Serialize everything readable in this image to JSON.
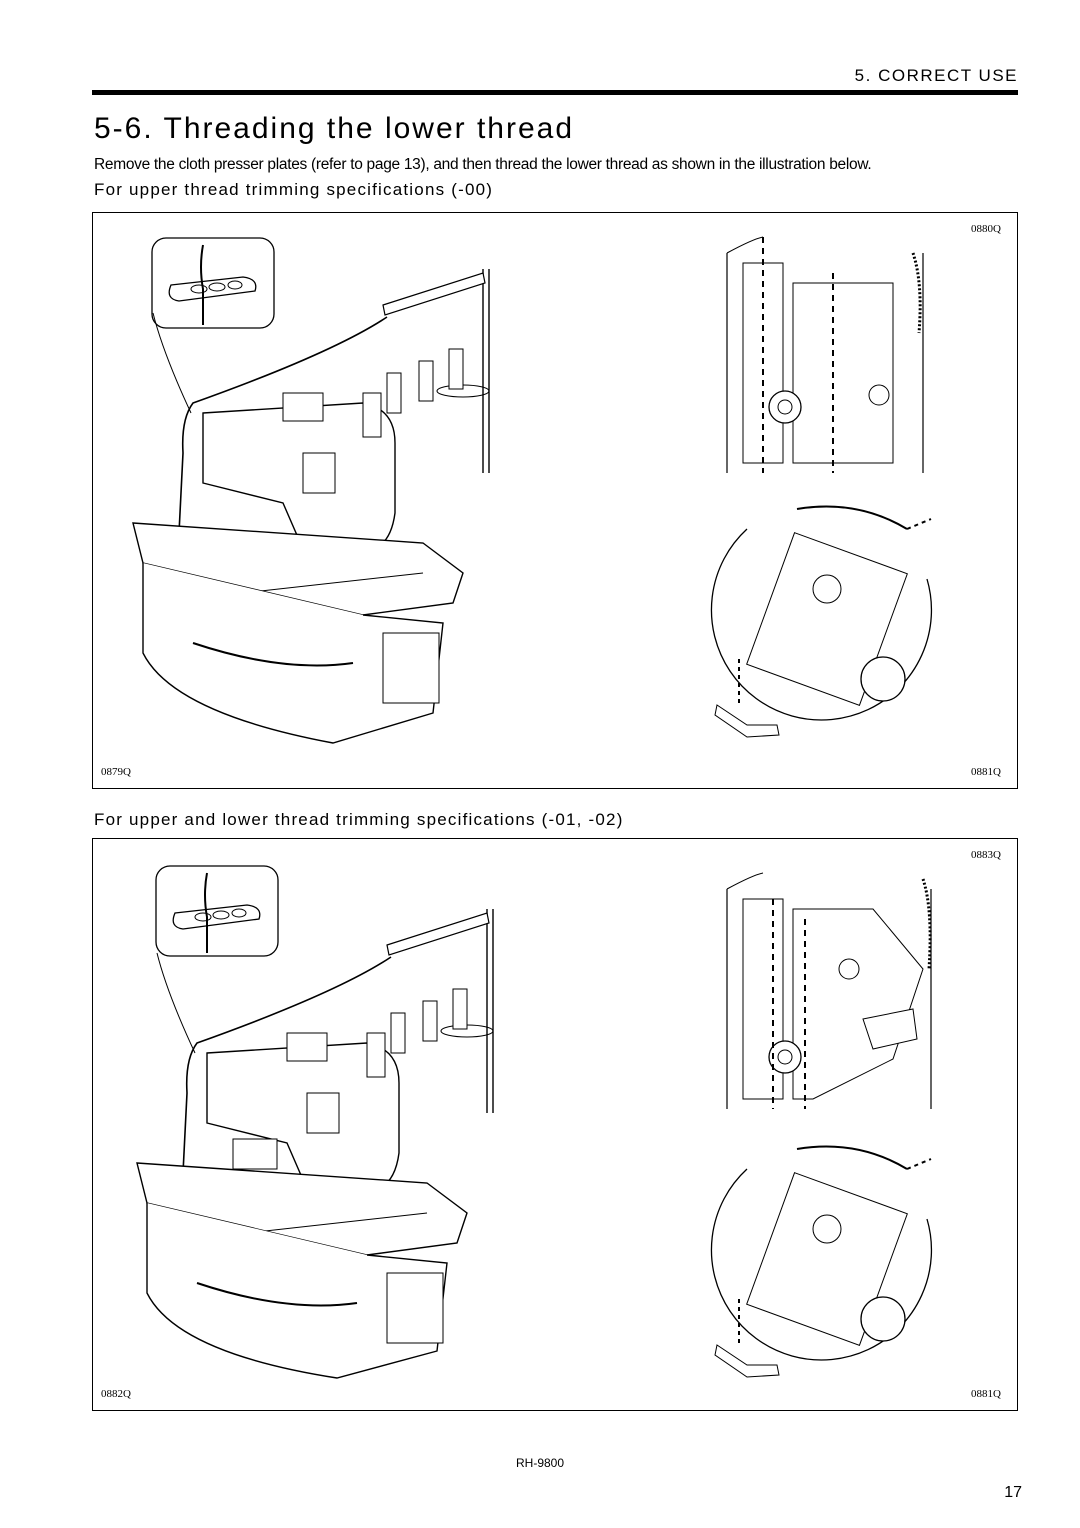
{
  "header": {
    "section_label": "5. CORRECT USE"
  },
  "page": {
    "title": "5-6. Threading the lower thread",
    "intro": "Remove the cloth presser plates (refer to page 13), and then thread the lower thread as shown in the illustration below.",
    "model": "RH-9800",
    "page_number": "17"
  },
  "figure1": {
    "heading": "For upper thread trimming specifications (-00)",
    "codes": {
      "main": "0879Q",
      "upper_right": "0880Q",
      "lower_right": "0881Q"
    }
  },
  "figure2": {
    "heading": "For upper and lower thread trimming specifications (-01, -02)",
    "codes": {
      "main": "0882Q",
      "upper_right": "0883Q",
      "lower_right": "0881Q"
    }
  }
}
